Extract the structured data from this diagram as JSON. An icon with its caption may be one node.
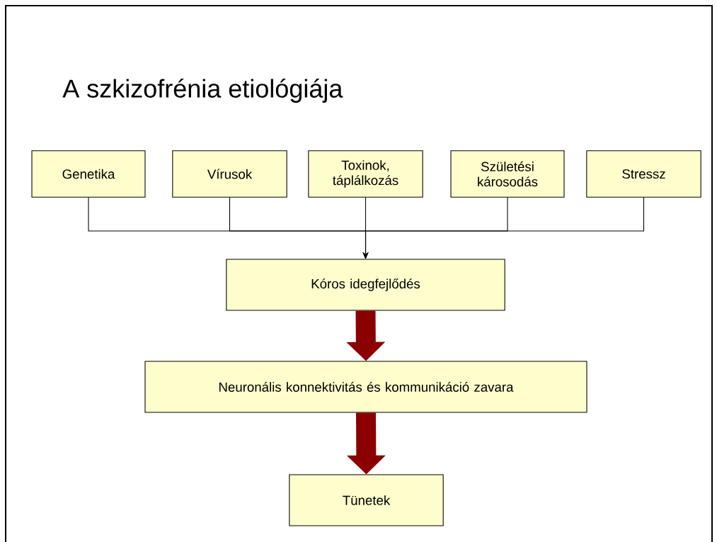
{
  "diagram": {
    "title": "A szkizofrénia etiológiája",
    "nodes": [
      {
        "text": [
          "Genetika"
        ]
      },
      {
        "text": [
          "Vírusok"
        ]
      },
      {
        "text": [
          "Toxinok, táplálkozás"
        ]
      },
      {
        "text": [
          "Születési károsodás"
        ]
      },
      {
        "text": [
          "Stressz"
        ]
      },
      {
        "text": [
          "Kóros idegfejlődés"
        ]
      },
      {
        "text": [
          "Neuronális konnektivitás és kommunikáció zavara"
        ]
      },
      {
        "text": [
          "Tünetek"
        ]
      }
    ],
    "edges": [
      {
        "from": 0,
        "to": 5,
        "arrow": "to"
      },
      {
        "from": 1,
        "to": 5,
        "arrow": "to"
      },
      {
        "from": 2,
        "to": 5,
        "arrow": "to"
      },
      {
        "from": 3,
        "to": 5,
        "arrow": "to"
      },
      {
        "from": 4,
        "to": 5,
        "arrow": "to"
      },
      {
        "from": 5,
        "to": 6,
        "arrow": "to",
        "style": "thick",
        "color": "#8b0000"
      },
      {
        "from": 6,
        "to": 7,
        "arrow": "to",
        "style": "thick",
        "color": "#8b0000"
      }
    ]
  }
}
